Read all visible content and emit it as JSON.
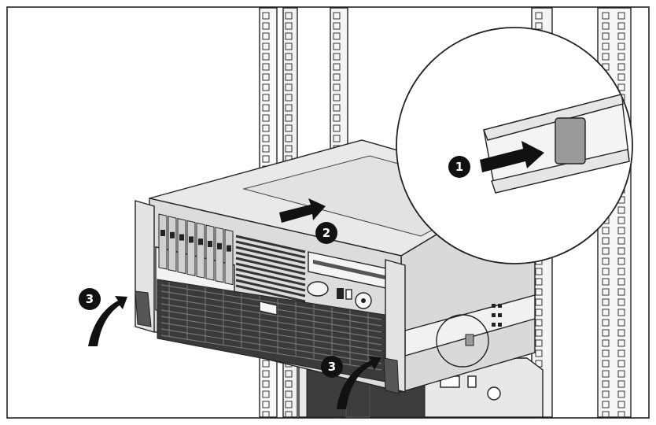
{
  "callouts": {
    "step_1": "1",
    "step_2": "2",
    "step_3_left": "3",
    "step_3_right": "3"
  },
  "colors": {
    "line": "#222222",
    "chassis": "#e6e6e6",
    "panel_dark": "#3a3a3a",
    "rail": "#f4f4f4",
    "tab": "#9a9a9a",
    "callout_fill": "#111111"
  }
}
